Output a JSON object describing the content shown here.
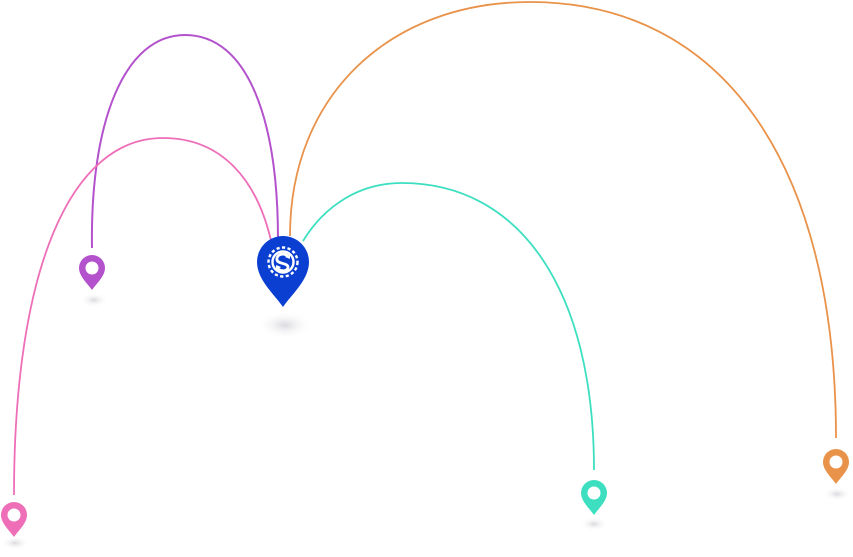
{
  "hub": {
    "icon": "gear-logo-icon",
    "color": "#0a3fd1",
    "glyph_color": "#ffffff"
  },
  "destinations": [
    {
      "id": "purple",
      "icon": "map-pin-icon",
      "color": "#b352cc"
    },
    {
      "id": "pink",
      "icon": "map-pin-icon",
      "color": "#ee6fb8"
    },
    {
      "id": "teal",
      "icon": "map-pin-icon",
      "color": "#3ddfc0"
    },
    {
      "id": "orange",
      "icon": "map-pin-icon",
      "color": "#e9924a"
    }
  ],
  "shadow_color": "#d9d9de"
}
